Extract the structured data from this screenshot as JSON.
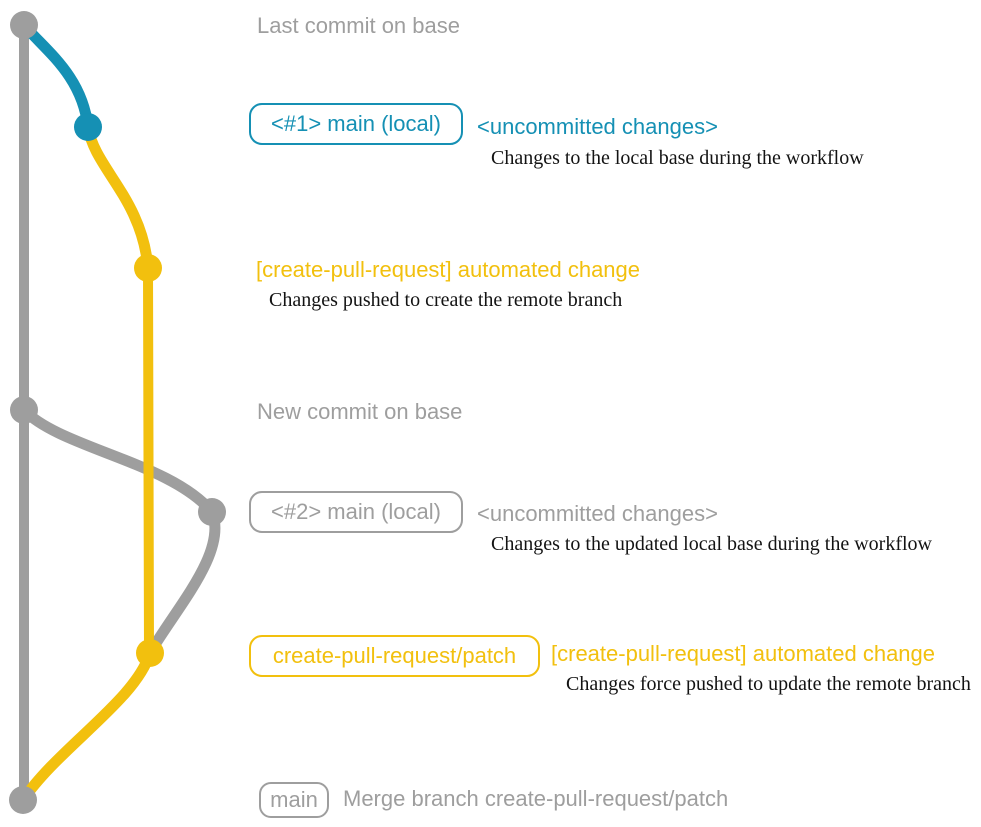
{
  "colors": {
    "gray": "#9e9e9e",
    "blue": "#1590b4",
    "yellow": "#f2c00e",
    "ink": "#131313",
    "background": "#ffffff"
  },
  "diagram": {
    "type": "git-branch-workflow",
    "sections": {
      "last_commit": {
        "label": "Last commit on base"
      },
      "main_local_1": {
        "badge": "<#1> main (local)",
        "heading": "<uncommitted changes>",
        "description": "Changes to the local base during the workflow"
      },
      "automated_change_1": {
        "heading": "[create-pull-request] automated change",
        "description": "Changes pushed to create the remote branch"
      },
      "new_commit": {
        "label": "New commit on base"
      },
      "main_local_2": {
        "badge": "<#2> main (local)",
        "heading": "<uncommitted changes>",
        "description": "Changes to the updated local base during the workflow"
      },
      "automated_change_2": {
        "badge": "create-pull-request/patch",
        "heading": "[create-pull-request] automated change",
        "description": "Changes force pushed to update the remote branch"
      },
      "merge": {
        "badge": "main",
        "message": "Merge branch create-pull-request/patch"
      }
    }
  }
}
